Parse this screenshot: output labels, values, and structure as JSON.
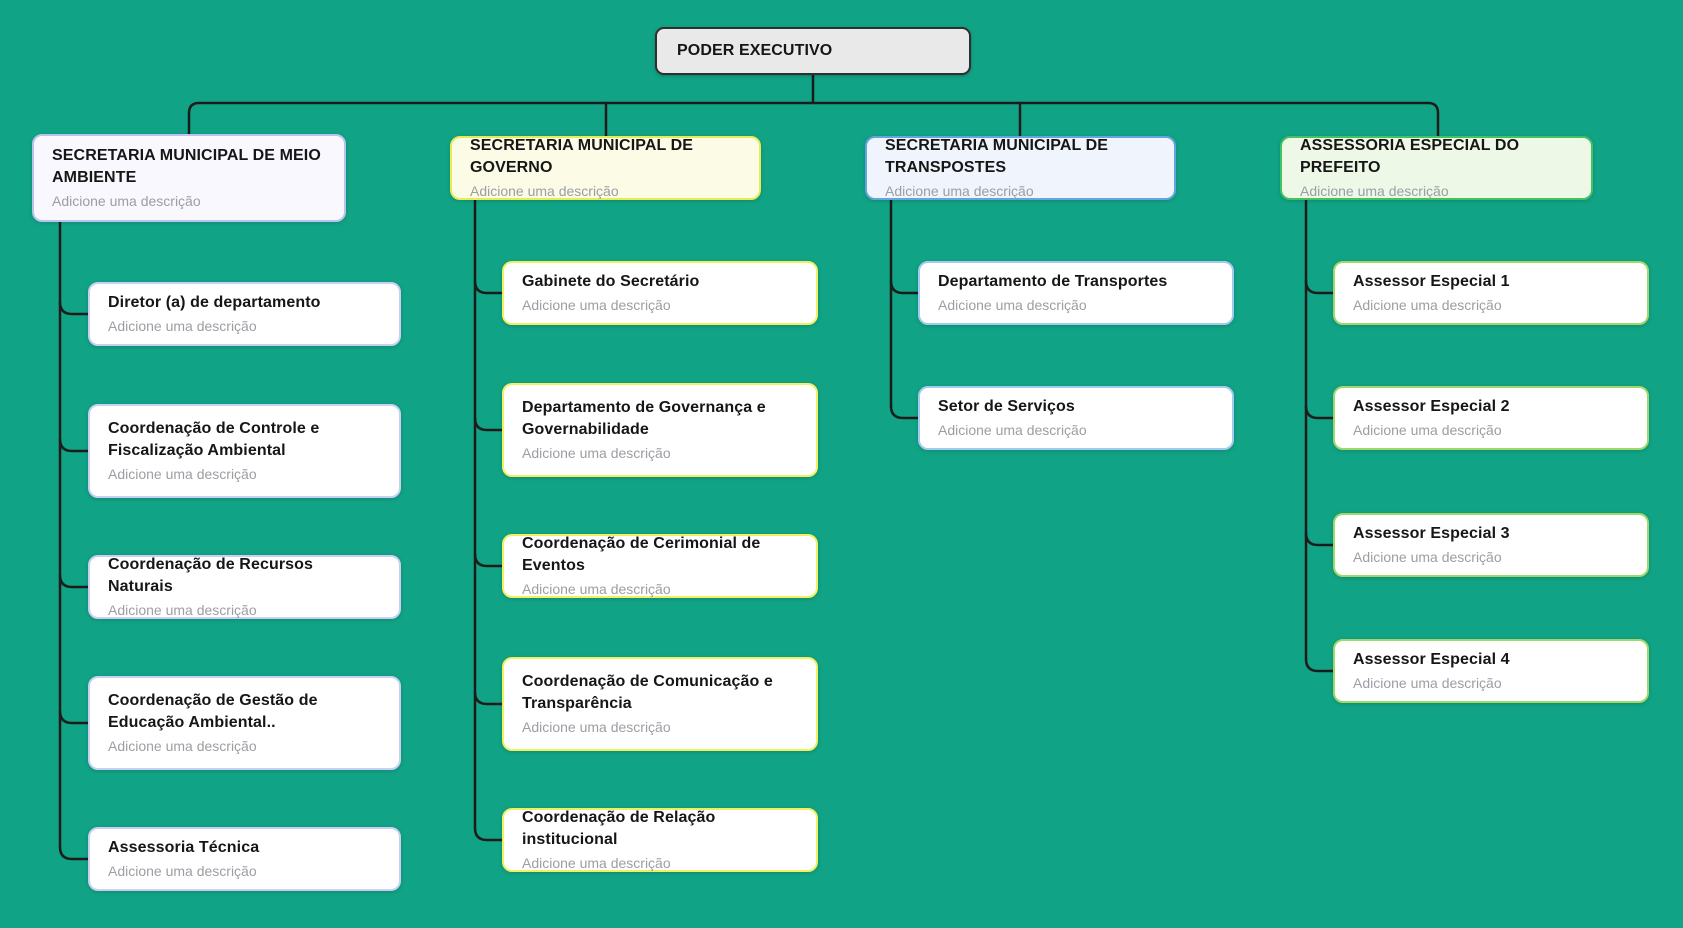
{
  "canvas": {
    "background": "#11a385",
    "connector_color": "#1c1c1c"
  },
  "root": {
    "title": "PODER EXECUTIVO",
    "bg": "#e9e9e9",
    "border": "#2f2f2f"
  },
  "columns": [
    {
      "header": {
        "title": "SECRETARIA MUNICIPAL DE MEIO AMBIENTE",
        "description": "Adicione uma descrição",
        "bg": "#f8f8fe",
        "border": "#b9c3ef"
      },
      "child_style": {
        "bg": "#ffffff",
        "border": "#c7d0f4"
      },
      "children": [
        {
          "title": "Diretor (a) de departamento",
          "description": "Adicione uma descrição"
        },
        {
          "title": "Coordenação de Controle e Fiscalização Ambiental",
          "description": "Adicione uma descrição"
        },
        {
          "title": "Coordenação de Recursos Naturais",
          "description": "Adicione uma descrição"
        },
        {
          "title": "Coordenação de Gestão de Educação Ambiental..",
          "description": "Adicione uma descrição"
        },
        {
          "title": "Assessoria Técnica",
          "description": "Adicione uma descrição"
        }
      ]
    },
    {
      "header": {
        "title": "SECRETARIA MUNICIPAL DE GOVERNO",
        "description": "Adicione uma descrição",
        "bg": "#fbfbe6",
        "border": "#e8eb55"
      },
      "child_style": {
        "bg": "#ffffff",
        "border": "#eff161"
      },
      "children": [
        {
          "title": "Gabinete do Secretário",
          "description": "Adicione uma descrição"
        },
        {
          "title": "Departamento de Governança e Governabilidade",
          "description": "Adicione uma descrição"
        },
        {
          "title": "Coordenação de Cerimonial de Eventos",
          "description": "Adicione uma descrição"
        },
        {
          "title": "Coordenação de Comunicação e Transparência",
          "description": "Adicione uma descrição"
        },
        {
          "title": "Coordenação de Relação institucional",
          "description": "Adicione uma descrição"
        }
      ]
    },
    {
      "header": {
        "title": "SECRETARIA MUNICIPAL DE TRANSPOSTES",
        "description": "Adicione uma descrição",
        "bg": "#eff4fd",
        "border": "#64a5de"
      },
      "child_style": {
        "bg": "#ffffff",
        "border": "#a3cbf1"
      },
      "children": [
        {
          "title": "Departamento de Transportes",
          "description": "Adicione uma descrição"
        },
        {
          "title": "Setor de Serviços",
          "description": "Adicione uma descrição"
        }
      ]
    },
    {
      "header": {
        "title": "ASSESSORIA ESPECIAL DO PREFEITO",
        "description": "Adicione uma descrição",
        "bg": "#edf8e7",
        "border": "#44c163"
      },
      "child_style": {
        "bg": "#ffffff",
        "border": "#a0d96b"
      },
      "children": [
        {
          "title": "Assessor Especial 1",
          "description": "Adicione uma descrição"
        },
        {
          "title": "Assessor Especial 2",
          "description": "Adicione uma descrição"
        },
        {
          "title": "Assessor Especial 3",
          "description": "Adicione uma descrição"
        },
        {
          "title": "Assessor Especial 4",
          "description": "Adicione uma descrição"
        }
      ]
    }
  ]
}
